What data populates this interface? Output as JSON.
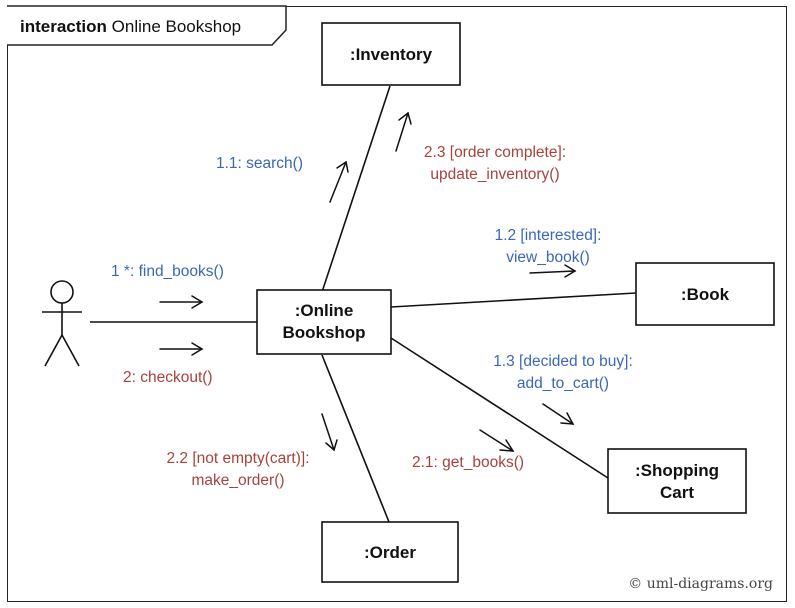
{
  "frame": {
    "keyword": "interaction",
    "name": "Online Bookshop"
  },
  "nodes": {
    "inventory": ":Inventory",
    "bookshop_line1": ":Online",
    "bookshop_line2": "Bookshop",
    "book": ":Book",
    "cart_line1": ":Shopping",
    "cart_line2": "Cart",
    "order": ":Order"
  },
  "messages": {
    "m1": "1 *: find_books()",
    "m1_1": "1.1: search()",
    "m1_2_a": "1.2 [interested]:",
    "m1_2_b": "view_book()",
    "m1_3_a": "1.3 [decided to buy]:",
    "m1_3_b": "add_to_cart()",
    "m2": "2: checkout()",
    "m2_1": "2.1: get_books()",
    "m2_2_a": "2.2 [not empty(cart)]:",
    "m2_2_b": "make_order()",
    "m2_3_a": "2.3 [order complete]:",
    "m2_3_b": "update_inventory()"
  },
  "copyright": "© uml-diagrams.org",
  "colors": {
    "blue": "#3a67b8",
    "red": "#a8423c",
    "line": "#111111"
  }
}
